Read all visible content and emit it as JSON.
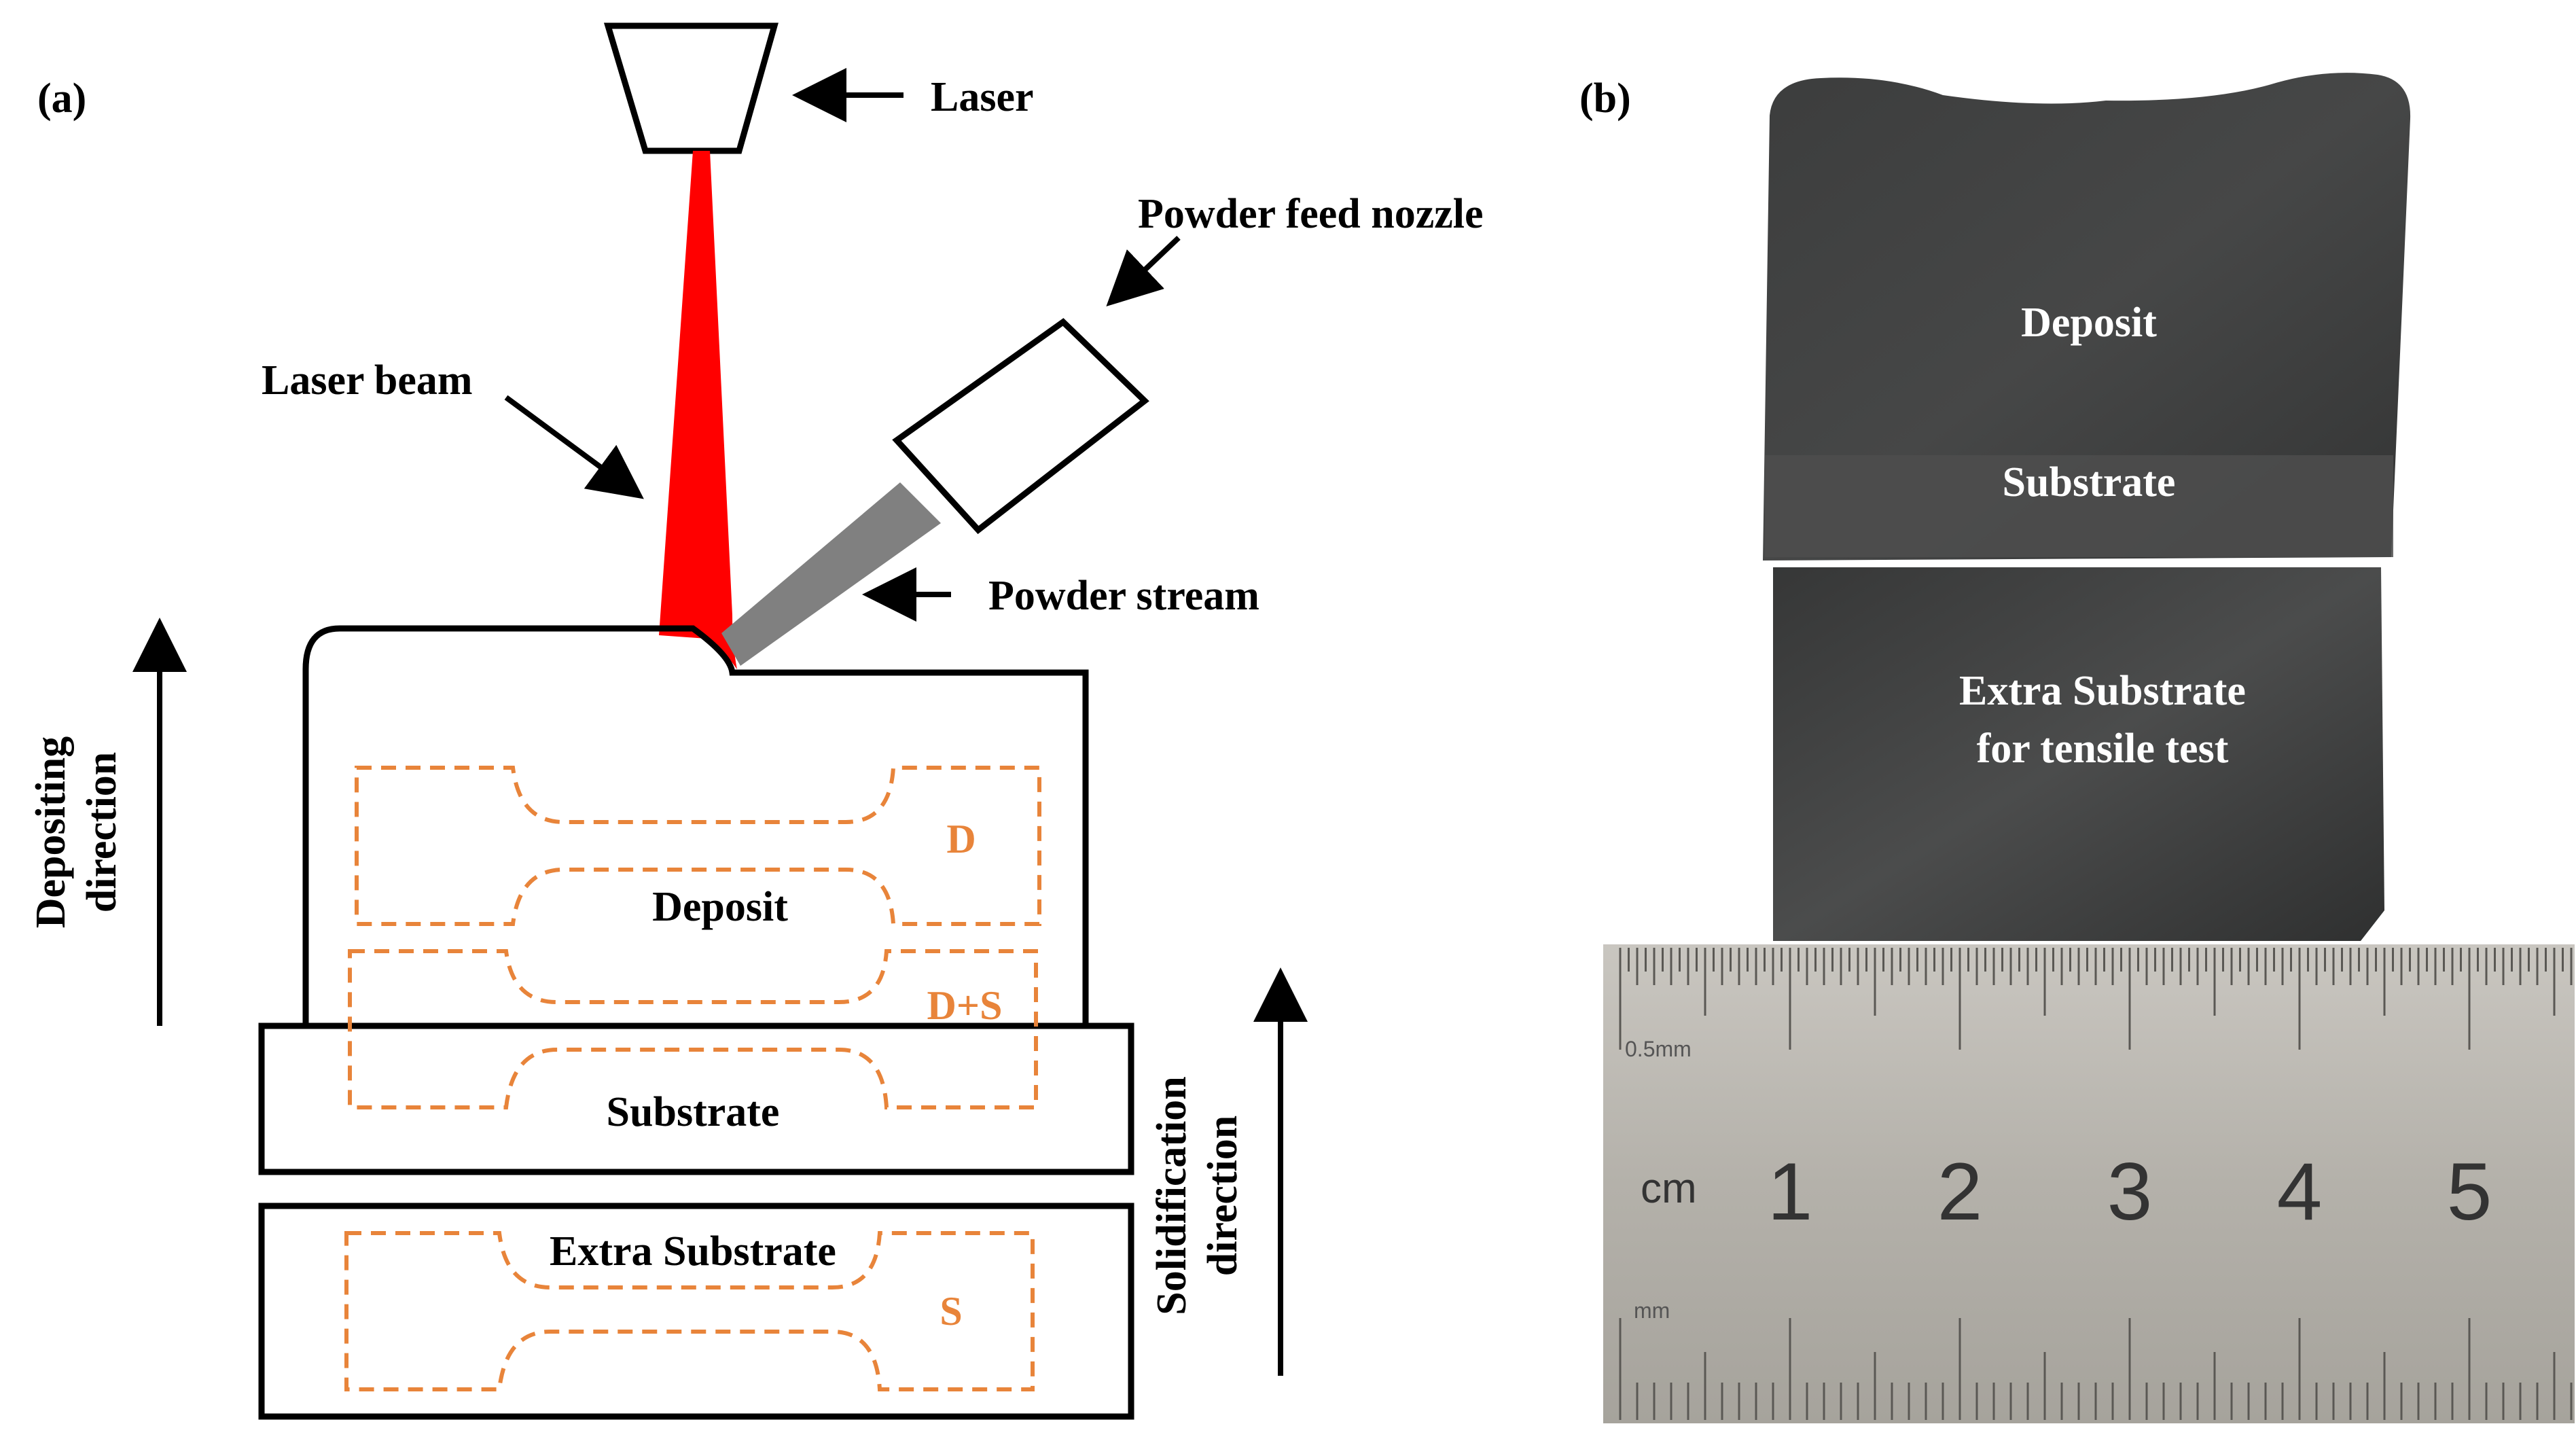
{
  "panel_a": {
    "label": "(a)",
    "labels": {
      "laser": "Laser",
      "powder_feed_nozzle": "Powder feed nozzle",
      "laser_beam": "Laser beam",
      "powder_stream": "Powder stream",
      "deposit": "Deposit",
      "substrate": "Substrate",
      "extra_substrate": "Extra Substrate",
      "specimen_d": "D",
      "specimen_ds": "D+S",
      "specimen_s": "S",
      "depositing_direction": [
        "Depositing",
        "direction"
      ],
      "solidification_direction": [
        "Solidification",
        "direction"
      ]
    },
    "colors": {
      "laser_beam": "#ff0000",
      "powder_stream": "#808080",
      "specimen_outline": "#e8843a",
      "specimen_text": "#e8843a",
      "outline": "#000000"
    }
  },
  "panel_b": {
    "label": "(b)",
    "labels": {
      "deposit": "Deposit",
      "substrate": "Substrate",
      "extra_substrate": [
        "Extra Substrate",
        "for tensile test"
      ]
    },
    "ruler": {
      "unit_top": "0.5mm",
      "unit_cm": "cm",
      "unit_mm": "mm",
      "numbers": [
        "1",
        "2",
        "3",
        "4",
        "5"
      ]
    },
    "colors": {
      "sample_dark": "#3a3b3b",
      "sample_mid": "#4a4b4b",
      "ruler_face": "#b8b5ae",
      "label_text": "#ffffff"
    }
  }
}
